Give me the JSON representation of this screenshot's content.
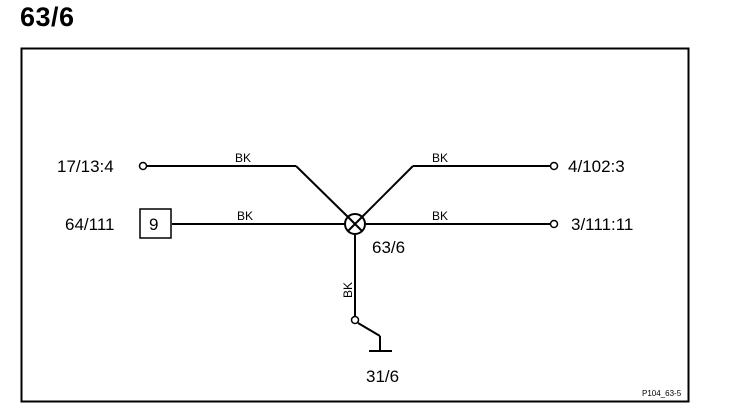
{
  "title": "63/6",
  "terminals": {
    "left_top": "17/13:4",
    "left_mid": "64/111",
    "right_top": "4/102:3",
    "right_mid": "3/111:11",
    "ground": "31/6"
  },
  "splice_label": "63/6",
  "component_box": "9",
  "wire_color": "BK",
  "diagram_code": "P104_63-5",
  "colors": {
    "line": "#000000",
    "background": "#ffffff"
  }
}
